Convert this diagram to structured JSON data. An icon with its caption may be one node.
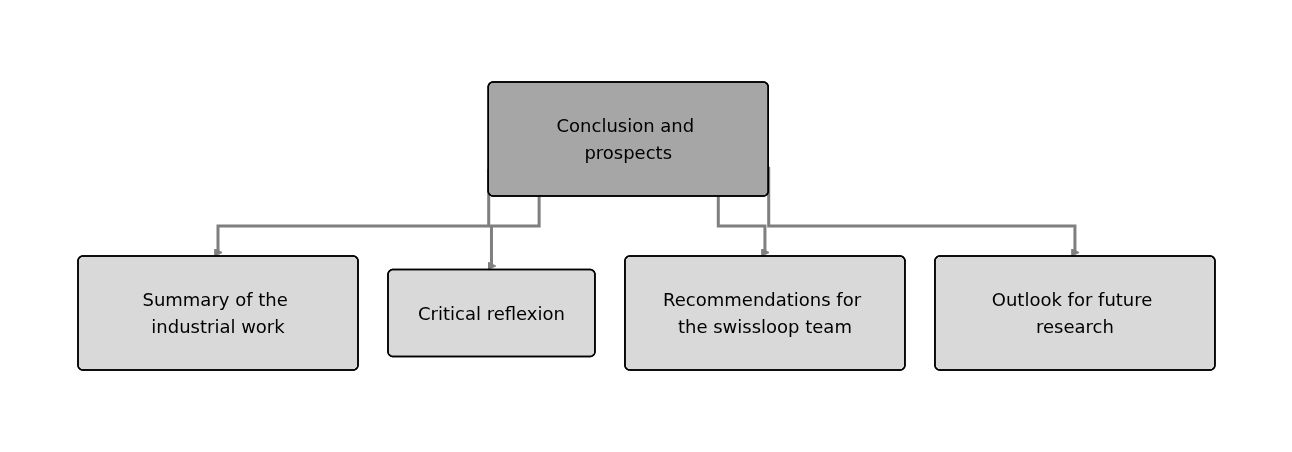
{
  "diagram": {
    "nodes": [
      {
        "text": [
          "Conclusion and prospects"
        ]
      },
      {
        "text": [
          "Summary of the industrial work"
        ]
      },
      {
        "text": [
          "Critical reflexion"
        ]
      },
      {
        "text": [
          "Recommendations for the swissloop team"
        ]
      },
      {
        "text": [
          "Outlook for future research"
        ]
      }
    ],
    "edges": [
      {
        "from": 0,
        "to": 1,
        "arrow": "to"
      },
      {
        "from": 0,
        "to": 2,
        "arrow": "to"
      },
      {
        "from": 0,
        "to": 3,
        "arrow": "to"
      },
      {
        "from": 0,
        "to": 4,
        "arrow": "to"
      }
    ]
  }
}
